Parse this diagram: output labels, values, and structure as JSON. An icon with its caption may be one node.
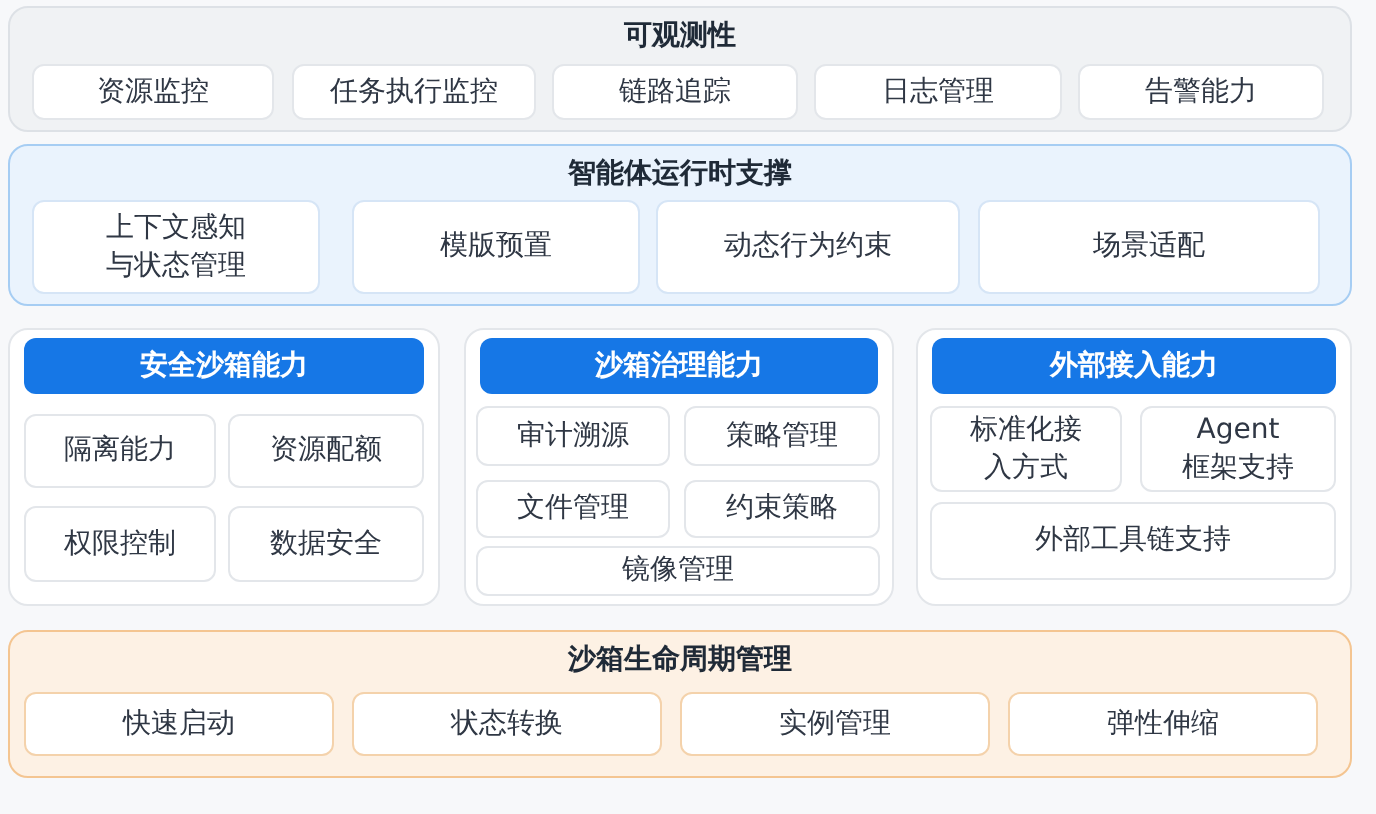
{
  "diagram": {
    "nodes": [
      {
        "text": [
          "可观测性"
        ]
      },
      {
        "text": [
          "资源监控"
        ],
        "in": 0
      },
      {
        "text": [
          "任务执行监控"
        ],
        "in": 0
      },
      {
        "text": [
          "链路追踪"
        ],
        "in": 0
      },
      {
        "text": [
          "日志管理"
        ],
        "in": 0
      },
      {
        "text": [
          "告警能力"
        ],
        "in": 0
      },
      {
        "text": [
          "智能体运行时支撑"
        ]
      },
      {
        "text": [
          "上下文感知与状态管理"
        ],
        "in": 6
      },
      {
        "text": [
          "模版预置"
        ],
        "in": 6
      },
      {
        "text": [
          "动态行为约束"
        ],
        "in": 6
      },
      {
        "text": [
          "场景适配"
        ],
        "in": 6
      },
      {
        "text": [
          "安全沙箱能力"
        ]
      },
      {
        "text": [
          "隔离能力"
        ],
        "in": 11
      },
      {
        "text": [
          "资源配额"
        ],
        "in": 11
      },
      {
        "text": [
          "权限控制"
        ],
        "in": 11
      },
      {
        "text": [
          "数据安全"
        ],
        "in": 11
      },
      {
        "text": [
          "沙箱治理能力"
        ]
      },
      {
        "text": [
          "审计溯源"
        ],
        "in": 16
      },
      {
        "text": [
          "策略管理"
        ],
        "in": 16
      },
      {
        "text": [
          "文件管理"
        ],
        "in": 16
      },
      {
        "text": [
          "约束策略"
        ],
        "in": 16
      },
      {
        "text": [
          "镜像管理"
        ],
        "in": 16
      },
      {
        "text": [
          "外部接入能力"
        ]
      },
      {
        "text": [
          "标准化接入方式"
        ],
        "in": 22
      },
      {
        "text": [
          "Agent 框架支持"
        ],
        "in": 22
      },
      {
        "text": [
          "外部工具链支持"
        ],
        "in": 22
      },
      {
        "text": [
          "沙箱生命周期管理"
        ]
      },
      {
        "text": [
          "快速启动"
        ],
        "in": 26
      },
      {
        "text": [
          "状态转换"
        ],
        "in": 26
      },
      {
        "text": [
          "实例管理"
        ],
        "in": 26
      },
      {
        "text": [
          "弹性伸缩"
        ],
        "in": 26
      }
    ]
  }
}
